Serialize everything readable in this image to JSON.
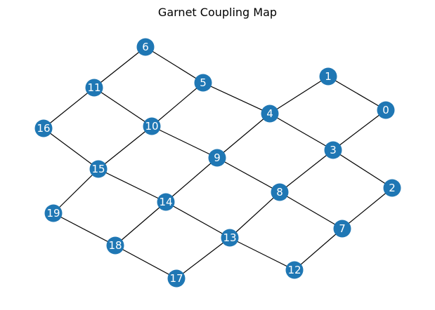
{
  "title": "Garnet Coupling Map",
  "style": {
    "node_color": "#1f77b4",
    "edge_color": "#000000",
    "label_color": "#ffffff"
  },
  "graph": {
    "nodes": [
      {
        "id": "0",
        "label": "0"
      },
      {
        "id": "1",
        "label": "1"
      },
      {
        "id": "2",
        "label": "2"
      },
      {
        "id": "3",
        "label": "3"
      },
      {
        "id": "4",
        "label": "4"
      },
      {
        "id": "5",
        "label": "5"
      },
      {
        "id": "6",
        "label": "6"
      },
      {
        "id": "7",
        "label": "7"
      },
      {
        "id": "8",
        "label": "8"
      },
      {
        "id": "9",
        "label": "9"
      },
      {
        "id": "10",
        "label": "10"
      },
      {
        "id": "11",
        "label": "11"
      },
      {
        "id": "12",
        "label": "12"
      },
      {
        "id": "13",
        "label": "13"
      },
      {
        "id": "14",
        "label": "14"
      },
      {
        "id": "15",
        "label": "15"
      },
      {
        "id": "16",
        "label": "16"
      },
      {
        "id": "17",
        "label": "17"
      },
      {
        "id": "18",
        "label": "18"
      },
      {
        "id": "19",
        "label": "19"
      }
    ],
    "edges": [
      [
        "0",
        "1"
      ],
      [
        "0",
        "3"
      ],
      [
        "1",
        "4"
      ],
      [
        "2",
        "3"
      ],
      [
        "2",
        "7"
      ],
      [
        "3",
        "4"
      ],
      [
        "3",
        "8"
      ],
      [
        "4",
        "5"
      ],
      [
        "4",
        "9"
      ],
      [
        "5",
        "6"
      ],
      [
        "5",
        "10"
      ],
      [
        "6",
        "11"
      ],
      [
        "7",
        "8"
      ],
      [
        "7",
        "12"
      ],
      [
        "8",
        "9"
      ],
      [
        "8",
        "13"
      ],
      [
        "9",
        "10"
      ],
      [
        "9",
        "14"
      ],
      [
        "10",
        "11"
      ],
      [
        "10",
        "15"
      ],
      [
        "11",
        "16"
      ],
      [
        "12",
        "13"
      ],
      [
        "13",
        "14"
      ],
      [
        "13",
        "17"
      ],
      [
        "14",
        "15"
      ],
      [
        "14",
        "18"
      ],
      [
        "15",
        "16"
      ],
      [
        "15",
        "19"
      ],
      [
        "17",
        "18"
      ],
      [
        "18",
        "19"
      ]
    ]
  }
}
